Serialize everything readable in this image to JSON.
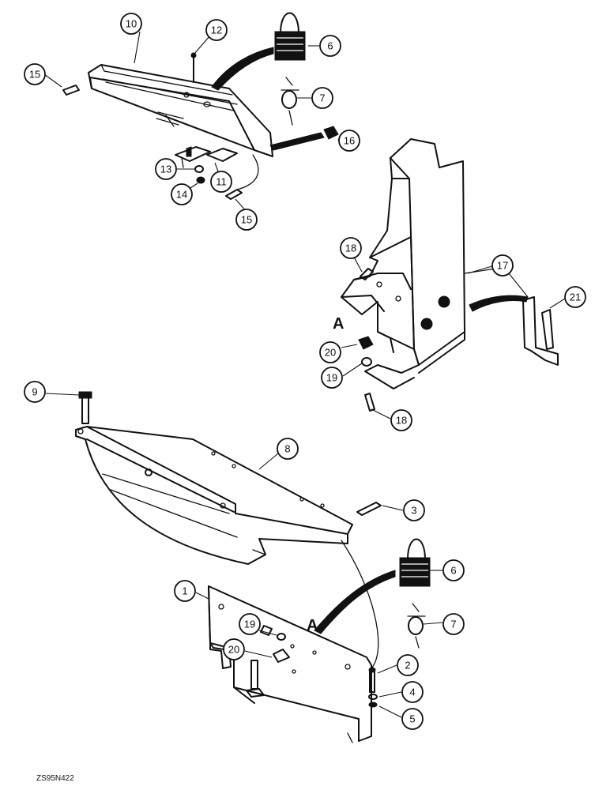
{
  "drawing_code": "ZS95N422",
  "view_letters": [
    "A",
    "A"
  ],
  "callouts": [
    "10",
    "12",
    "6",
    "15",
    "7",
    "16",
    "13",
    "11",
    "14",
    "15",
    "18",
    "17",
    "21",
    "20",
    "19",
    "18",
    "9",
    "8",
    "3",
    "1",
    "6",
    "19",
    "7",
    "20",
    "2",
    "4",
    "5"
  ]
}
